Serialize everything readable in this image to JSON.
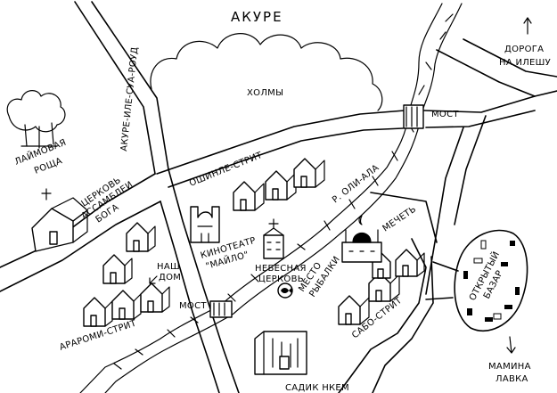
{
  "title": "АКУРЕ",
  "labels": {
    "hills": "ХОЛМЫ",
    "bridge_top": "МОСТ",
    "bridge_bottom": "МОСТ",
    "road_vertical": "АКУРЕ-ИЛЕ-СУА-РОУД",
    "oshinle": "ОШИНЛЕ-СТРИТ",
    "river": "Р. ОЛИ-АЛА",
    "road_ilesha_1": "ДОРОГА",
    "road_ilesha_2": "НА ИЛЕШУ",
    "lime_grove_1": "ЛАЙМОВАЯ",
    "lime_grove_2": "РОЩА",
    "church_1": "ЦЕРКОВЬ",
    "church_2": "АССАМБЛЕИ",
    "church_3": "БОГА",
    "cinema_1": "КИНОТЕАТР",
    "cinema_2": "\"МАЙЛО\"",
    "heavenly_1": "НЕБЕСНАЯ",
    "heavenly_2": "ЦЕРКОВЬ",
    "mosque": "МЕЧЕТЬ",
    "fishing_1": "МЕСТО",
    "fishing_2": "РЫБАЛКИ",
    "our_house_1": "НАШ",
    "our_house_2": "ДОМ",
    "araromi": "АРАРОМИ-СТРИТ",
    "sabo": "САБО-СТРИТ",
    "market_1": "ОТКРЫТЫЙ",
    "market_2": "БАЗАР",
    "garden": "САДИК НКЕМ",
    "mama_shop_1": "МАМИНА",
    "mama_shop_2": "ЛАВКА"
  },
  "colors": {
    "ink": "#000000",
    "paper": "#ffffff"
  },
  "icons": [
    "north-arrow-icon",
    "fish-icon",
    "cross-icon",
    "crescent-icon",
    "tree-icon",
    "house-icon"
  ]
}
